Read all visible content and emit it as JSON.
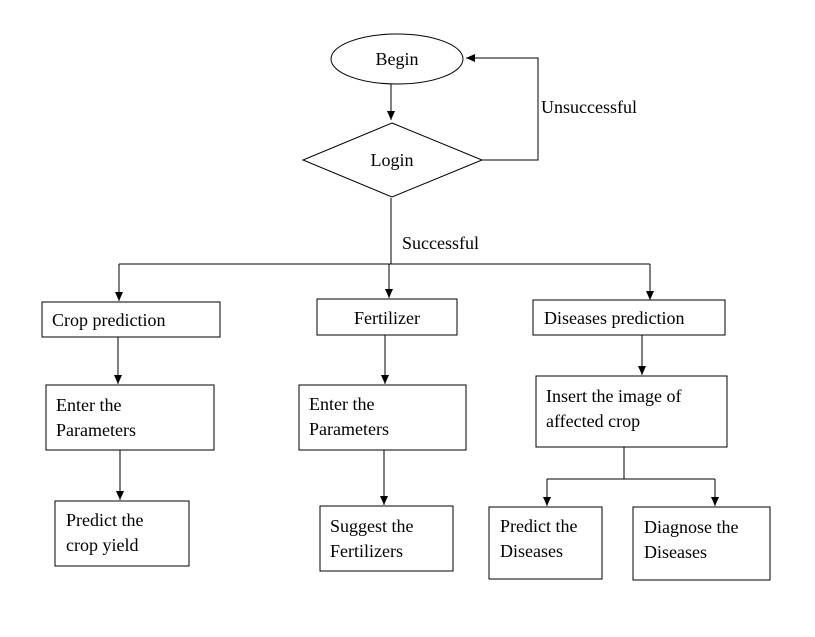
{
  "nodes": {
    "begin": {
      "label": "Begin"
    },
    "login": {
      "label": "Login"
    },
    "crop_prediction": {
      "label": "Crop prediction"
    },
    "fertilizer": {
      "label": "Fertilizer"
    },
    "diseases_prediction": {
      "label": "Diseases prediction"
    },
    "crop_enter_parameters": {
      "line1": "Enter the",
      "line2": "Parameters"
    },
    "predict_crop_yield": {
      "line1": "Predict the",
      "line2": "crop yield"
    },
    "fert_enter_parameters": {
      "line1": "Enter the",
      "line2": "Parameters"
    },
    "suggest_fertilizers": {
      "line1": "Suggest the",
      "line2": "Fertilizers"
    },
    "insert_image": {
      "line1": "Insert the image of",
      "line2": "affected crop"
    },
    "predict_diseases": {
      "line1": "Predict the",
      "line2": "Diseases"
    },
    "diagnose_diseases": {
      "line1": "Diagnose the",
      "line2": "Diseases"
    }
  },
  "edges": {
    "unsuccessful": "Unsuccessful",
    "successful": "Successful"
  }
}
